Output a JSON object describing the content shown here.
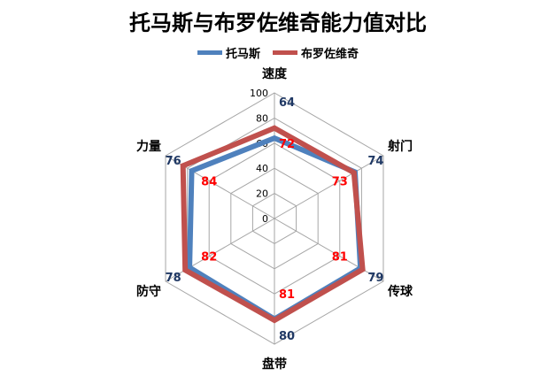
{
  "chart_data": {
    "type": "radar",
    "title": "托马斯与布罗佐维奇能力值对比",
    "categories": [
      "速度",
      "射门",
      "传球",
      "盘带",
      "防守",
      "力量"
    ],
    "rlim": [
      0,
      100
    ],
    "ticks": [
      "0",
      "20",
      "40",
      "60",
      "80",
      "100"
    ],
    "grid": true,
    "legend": "top",
    "series": [
      {
        "name": "托马斯",
        "color": "#4f81bd",
        "values": [
          64,
          74,
          79,
          80,
          78,
          76
        ]
      },
      {
        "name": "布罗佐维奇",
        "color": "#c0504d",
        "values": [
          72,
          73,
          81,
          81,
          82,
          84
        ]
      }
    ],
    "label_colors": [
      "#1f3864",
      "#ff0000"
    ]
  }
}
